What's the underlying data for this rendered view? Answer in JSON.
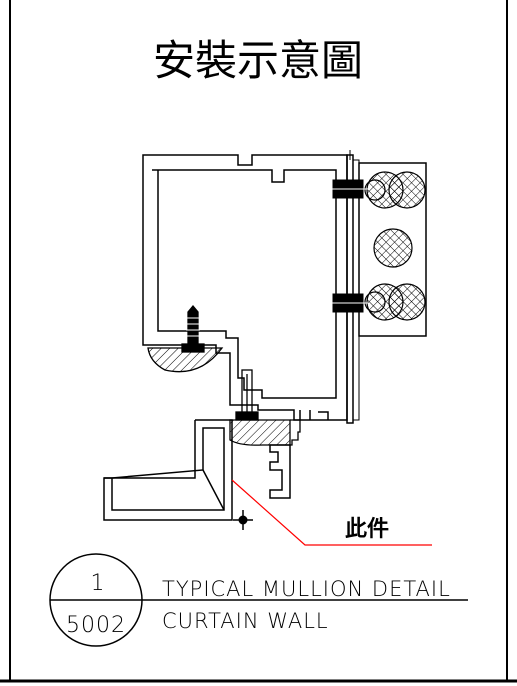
{
  "title": "安裝示意圖",
  "callout_label": "此件",
  "detail_number": "1",
  "sheet_number": "5002",
  "detail_title_line1": "TYPICAL MULLION DETAIL",
  "detail_title_line2": "CURTAIN WALL",
  "colors": {
    "line": "#000000",
    "leader": "#ff0000",
    "background": "#ffffff"
  }
}
